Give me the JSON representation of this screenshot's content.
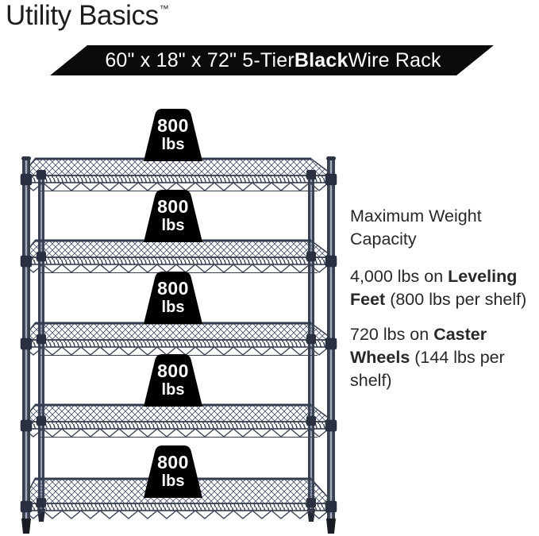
{
  "brand": {
    "name": "Utility Basics",
    "trademark": "™"
  },
  "banner": {
    "prefix": "60\" x 18\" x 72\" 5-Tier ",
    "bold": "Black",
    "suffix": " Wire Rack"
  },
  "rack": {
    "tiers": 5
  },
  "weights": [
    {
      "value": "800",
      "unit": "lbs"
    },
    {
      "value": "800",
      "unit": "lbs"
    },
    {
      "value": "800",
      "unit": "lbs"
    },
    {
      "value": "800",
      "unit": "lbs"
    },
    {
      "value": "800",
      "unit": "lbs"
    }
  ],
  "details": {
    "heading": "Maximum Weight Capacity",
    "items": [
      {
        "prefix": "4,000 lbs on ",
        "bold": "Leveling Feet",
        "suffix": " (800 lbs per shelf)"
      },
      {
        "prefix": "720 lbs on ",
        "bold": "Caster Wheels",
        "suffix": " (144 lbs per shelf)"
      }
    ]
  },
  "colors": {
    "banner_bg": "#0b0b0b",
    "banner_text": "#ffffff",
    "badge_bg": "#000000",
    "badge_text": "#ffffff",
    "rack_frame": "#3b4254",
    "post_highlight": "#a6acbe",
    "logo_text": "#1d1d1d",
    "body_text": "#282828"
  }
}
